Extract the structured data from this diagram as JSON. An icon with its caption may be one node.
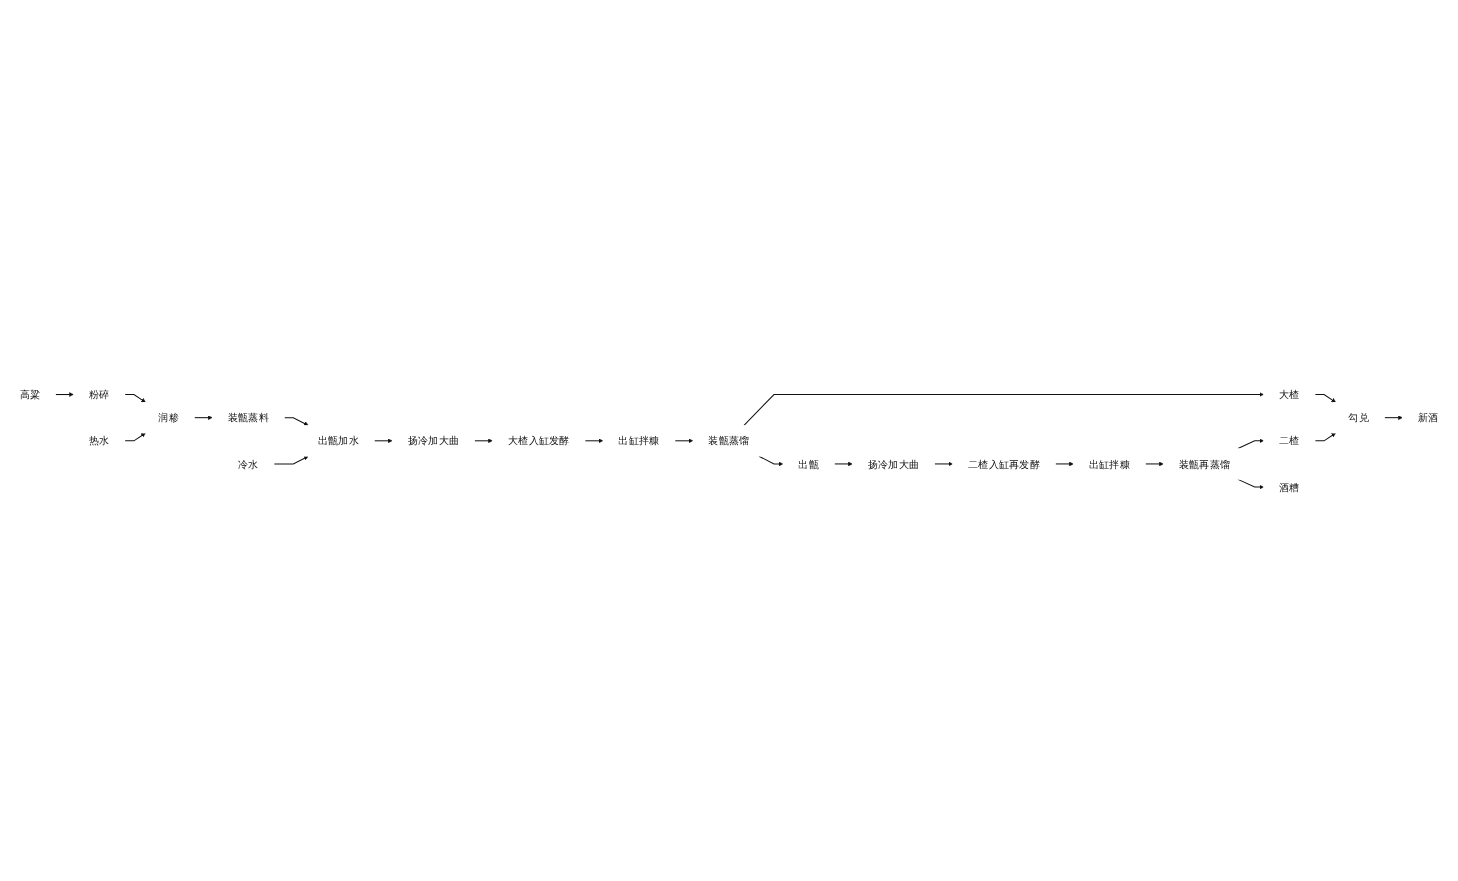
{
  "diagram": {
    "nodes": [
      {
        "text": [
          "高粱"
        ]
      },
      {
        "text": [
          "粉碎"
        ]
      },
      {
        "text": [
          "热水"
        ]
      },
      {
        "text": [
          "润糁"
        ]
      },
      {
        "text": [
          "装甑蒸料"
        ]
      },
      {
        "text": [
          "冷水"
        ]
      },
      {
        "text": [
          "出甑加水"
        ]
      },
      {
        "text": [
          "扬冷加大曲"
        ]
      },
      {
        "text": [
          "大楂入缸发酵"
        ]
      },
      {
        "text": [
          "出缸拌糠"
        ]
      },
      {
        "text": [
          "装甑蒸馏"
        ]
      },
      {
        "text": [
          "大楂"
        ]
      },
      {
        "text": [
          "勾兑"
        ]
      },
      {
        "text": [
          "新酒"
        ]
      },
      {
        "text": [
          "出甑"
        ]
      },
      {
        "text": [
          "扬冷加大曲"
        ]
      },
      {
        "text": [
          "二楂入缸再发酵"
        ]
      },
      {
        "text": [
          "出缸拌糠"
        ]
      },
      {
        "text": [
          "装甑再蒸馏"
        ]
      },
      {
        "text": [
          "二楂"
        ]
      },
      {
        "text": [
          "酒糟"
        ]
      }
    ],
    "edges": [
      {
        "from": 0,
        "to": 1,
        "arrow": "to"
      },
      {
        "from": 1,
        "to": 3,
        "arrow": "to"
      },
      {
        "from": 2,
        "to": 3,
        "arrow": "to"
      },
      {
        "from": 3,
        "to": 4,
        "arrow": "to"
      },
      {
        "from": 4,
        "to": 6,
        "arrow": "to"
      },
      {
        "from": 5,
        "to": 6,
        "arrow": "to"
      },
      {
        "from": 6,
        "to": 7,
        "arrow": "to"
      },
      {
        "from": 7,
        "to": 8,
        "arrow": "to"
      },
      {
        "from": 8,
        "to": 9,
        "arrow": "to"
      },
      {
        "from": 9,
        "to": 10,
        "arrow": "to"
      },
      {
        "from": 10,
        "to": 11,
        "arrow": "to"
      },
      {
        "from": 11,
        "to": 12,
        "arrow": "to"
      },
      {
        "from": 12,
        "to": 13,
        "arrow": "to"
      },
      {
        "from": 10,
        "to": 14,
        "arrow": "to"
      },
      {
        "from": 14,
        "to": 15,
        "arrow": "to"
      },
      {
        "from": 15,
        "to": 16,
        "arrow": "to"
      },
      {
        "from": 16,
        "to": 17,
        "arrow": "to"
      },
      {
        "from": 17,
        "to": 18,
        "arrow": "to"
      },
      {
        "from": 18,
        "to": 19,
        "arrow": "to"
      },
      {
        "from": 18,
        "to": 20,
        "arrow": "to"
      },
      {
        "from": 19,
        "to": 12,
        "arrow": "to"
      }
    ]
  }
}
